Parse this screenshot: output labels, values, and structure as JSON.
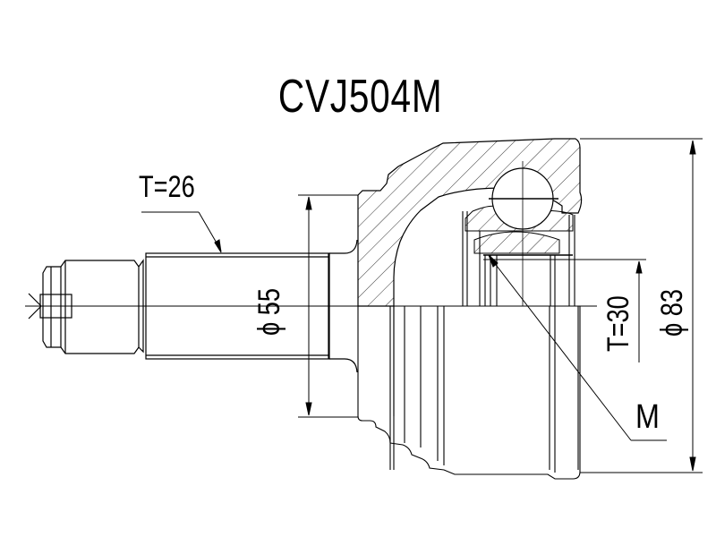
{
  "drawing": {
    "title": "CVJ504M",
    "labels": {
      "shaft_thread": "T=26",
      "shaft_diameter": "ϕ 55",
      "inner_spline": "T=30",
      "outer_diameter": "ϕ 83",
      "marker": "M"
    },
    "colors": {
      "line": "#000000",
      "background": "#ffffff",
      "hatch": "#333333"
    }
  }
}
